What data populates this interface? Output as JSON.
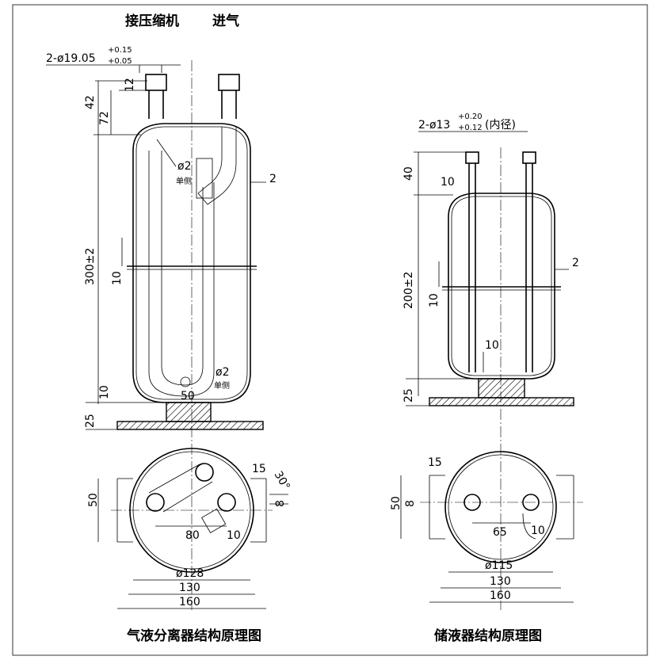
{
  "separator": {
    "inlet_compressor": "接压缩机",
    "inlet_gas": "进气",
    "pipe_dim_main": "2-ø19.05",
    "pipe_tol_upper": "+0.15",
    "pipe_tol_lower": "+0.05",
    "dim_12": "12",
    "dim_42": "42",
    "dim_72": "72",
    "hole_dia": "ø2",
    "hole_dia_note": "单侧",
    "wall": "2",
    "height": "300±2",
    "band": "10",
    "bottom_10": "10",
    "base_50": "50",
    "base_25": "25",
    "bottom_hole_dia": "ø2",
    "bottom_hole_note": "单侧",
    "angle": "30°",
    "dim_15": "15",
    "dim_50": "50",
    "dim_8": "8",
    "dim_80": "80",
    "dim_10": "10",
    "dia_128": "ø128",
    "w_130": "130",
    "w_160": "160",
    "title": "气液分离器结构原理图"
  },
  "receiver": {
    "pipe_dim_main": "2-ø13",
    "pipe_tol_upper": "+0.20",
    "pipe_tol_lower": "+0.12",
    "pipe_note": "(内径)",
    "dim_40": "40",
    "dim_10_top": "10",
    "wall": "2",
    "height": "200±2",
    "band": "10",
    "inner_10": "10",
    "base_25": "25",
    "dim_15": "15",
    "dim_50": "50",
    "dim_8": "8",
    "dim_65": "65",
    "dim_10": "10",
    "dia_115": "ø115",
    "w_130": "130",
    "w_160": "160",
    "title": "储液器结构原理图"
  }
}
